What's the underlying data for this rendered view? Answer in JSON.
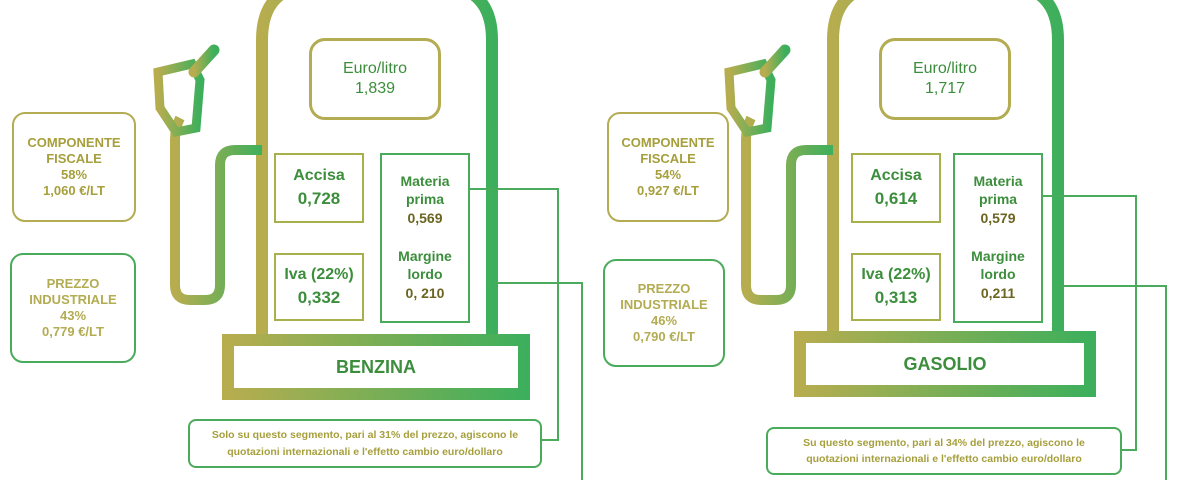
{
  "pumps": [
    {
      "name": "BENZINA",
      "price_label": "Euro/litro",
      "price_value": "1,839",
      "fiscal": {
        "title_1": "COMPONENTE",
        "title_2": "FISCALE",
        "percent": "58%",
        "value": "1,060 €/LT"
      },
      "industrial": {
        "title_1": "PREZZO",
        "title_2": "INDUSTRIALE",
        "percent": "43%",
        "value": "0,779 €/LT"
      },
      "accisa": {
        "label": "Accisa",
        "value": "0,728"
      },
      "iva": {
        "label": "Iva (22%)",
        "value": "0,332"
      },
      "materia": {
        "label_1": "Materia",
        "label_2": "prima",
        "value": "0,569"
      },
      "margine": {
        "label_1": "Margine",
        "label_2": "lordo",
        "value": "0, 210"
      },
      "note_1": "Solo su questo segmento, pari al 31% del prezzo, agiscono le",
      "note_2": "quotazioni internazionali e l'effetto cambio euro/dollaro"
    },
    {
      "name": "GASOLIO",
      "price_label": "Euro/litro",
      "price_value": "1,717",
      "fiscal": {
        "title_1": "COMPONENTE",
        "title_2": "FISCALE",
        "percent": "54%",
        "value": "0,927 €/LT"
      },
      "industrial": {
        "title_1": "PREZZO",
        "title_2": "INDUSTRIALE",
        "percent": "46%",
        "value": "0,790 €/LT"
      },
      "accisa": {
        "label": "Accisa",
        "value": "0,614"
      },
      "iva": {
        "label": "Iva (22%)",
        "value": "0,313"
      },
      "materia": {
        "label_1": "Materia",
        "label_2": "prima",
        "value": "0,579"
      },
      "margine": {
        "label_1": "Margine",
        "label_2": "lordo",
        "value": "0,211"
      },
      "note_1": "Su questo segmento, pari al 34% del prezzo, agiscono le",
      "note_2": "quotazioni internazionali e l'effetto cambio euro/dollaro"
    }
  ],
  "colors": {
    "olive": "#b3ac52",
    "green": "#4bab5c",
    "text_green": "#3c8e3c",
    "text_olive": "#a69f3c"
  }
}
